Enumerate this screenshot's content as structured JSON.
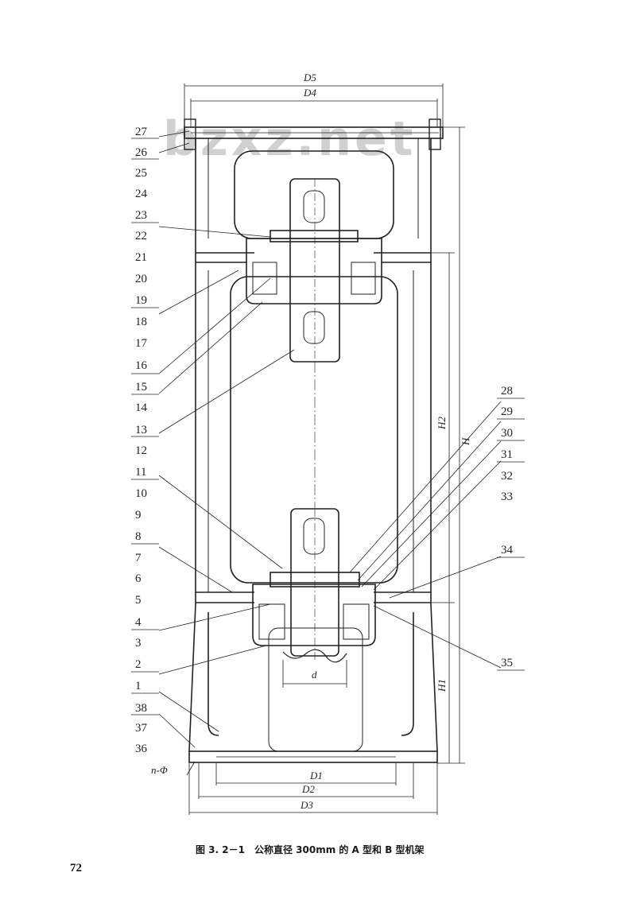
{
  "watermark": "bzxz.net",
  "dimensions": {
    "D5": "D5",
    "D4": "D4",
    "D1": "D1",
    "D2": "D2",
    "D3": "D3",
    "H": "H",
    "H1": "H1",
    "H2": "H2",
    "d": "d",
    "n_phi": "n-Φ"
  },
  "part_numbers_left": [
    "27",
    "26",
    "25",
    "24",
    "23",
    "22",
    "21",
    "20",
    "19",
    "18",
    "17",
    "16",
    "15",
    "14",
    "13",
    "12",
    "11",
    "10",
    "9",
    "8",
    "7",
    "6",
    "5",
    "4",
    "3",
    "2",
    "1",
    "38",
    "37",
    "36"
  ],
  "part_numbers_right": [
    "28",
    "29",
    "30",
    "31",
    "32",
    "33",
    "34",
    "35"
  ],
  "caption": "图 3. 2－1　公称直径 300mm 的 A 型和 B 型机架",
  "page_number": "72"
}
